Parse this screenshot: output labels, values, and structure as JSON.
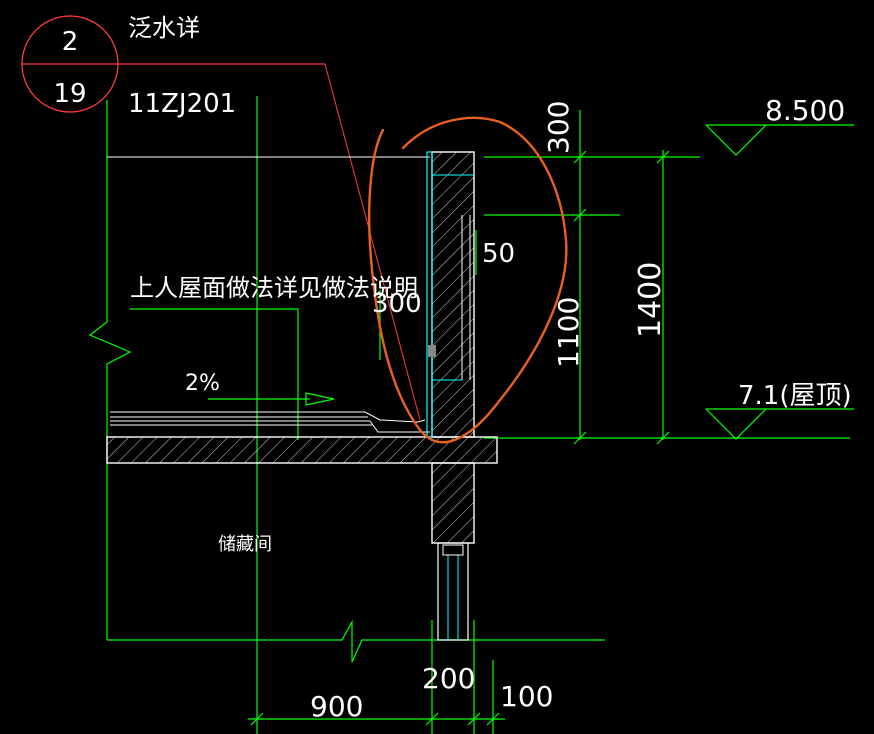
{
  "detail_marker": {
    "number": "2",
    "sheet": "19",
    "title": "泛水详",
    "reference": "11ZJ201"
  },
  "notes": {
    "roof_note": "上人屋面做法详见做法说明",
    "slope": "2%",
    "room_label": "储藏间"
  },
  "dimensions": {
    "dim_300_top": "300",
    "dim_50": "50",
    "dim_300_overlap": "300",
    "dim_1100": "1100",
    "dim_1400": "1400",
    "dim_900": "900",
    "dim_200": "200",
    "dim_100": "100"
  },
  "elevations": {
    "top": "8.500",
    "roof": "7.1(屋顶)"
  },
  "colors": {
    "background": "#000000",
    "green": "#00ff00",
    "white": "#ffffff",
    "cyan": "#00ffff",
    "red": "#ff3b3b",
    "markup": "#e8611e"
  }
}
